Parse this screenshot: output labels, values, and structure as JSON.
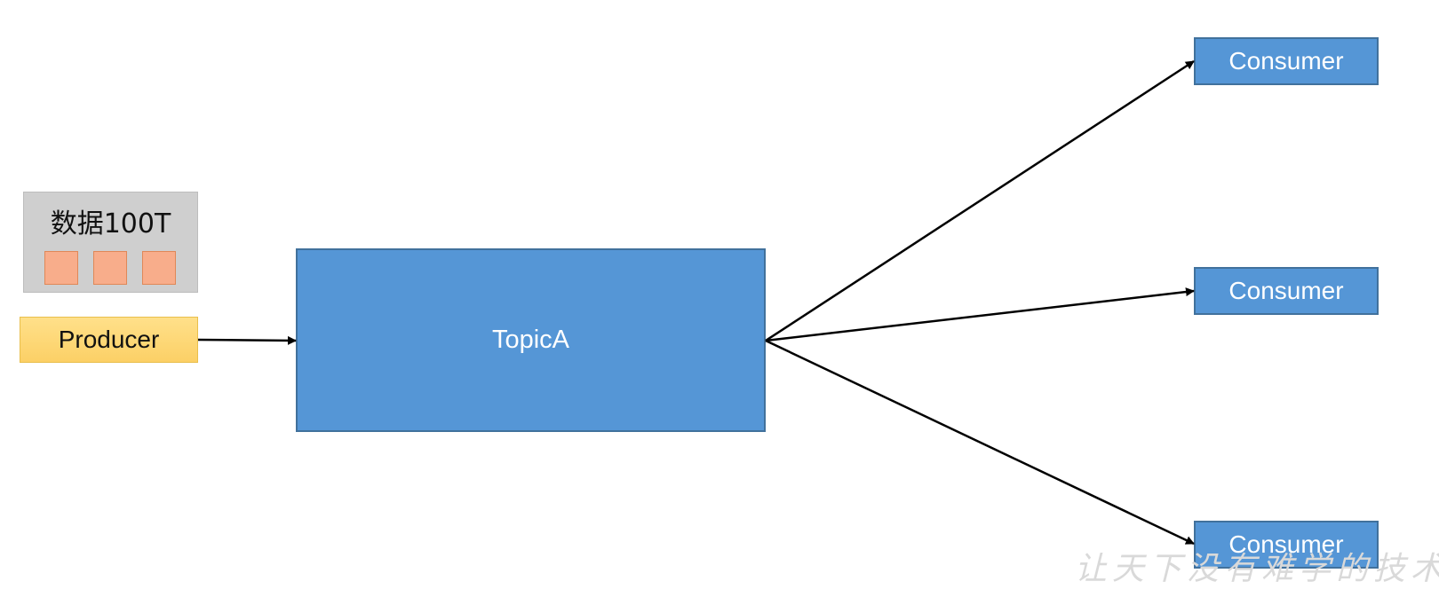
{
  "data_box": {
    "label": "数据100T",
    "chunk_count": 3,
    "chunk_color": "#f8ad8b",
    "box_color": "#cfcfcf"
  },
  "producer": {
    "label": "Producer",
    "color": "#fcd066"
  },
  "topic": {
    "label": "TopicA",
    "color": "#5596d6"
  },
  "consumers": [
    {
      "label": "Consumer"
    },
    {
      "label": "Consumer"
    },
    {
      "label": "Consumer"
    }
  ],
  "watermark": {
    "text": "让天下没有难学的技术"
  }
}
